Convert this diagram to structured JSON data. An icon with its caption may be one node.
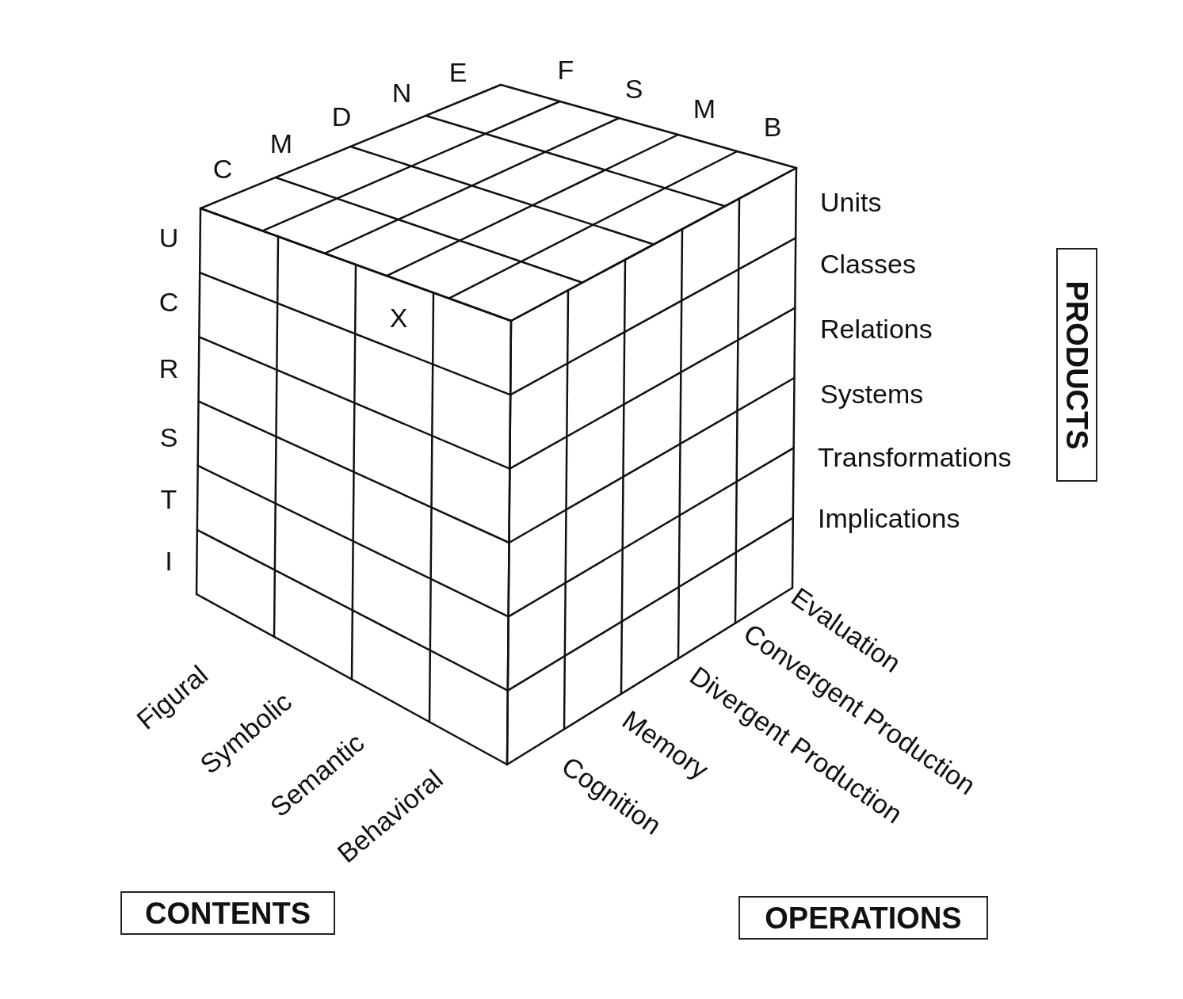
{
  "diagram": {
    "nodes": [
      {
        "text": [
          "PRODUCTS"
        ]
      },
      {
        "text": [
          "CONTENTS"
        ]
      },
      {
        "text": [
          "OPERATIONS"
        ]
      }
    ],
    "labels": [
      "C",
      "M",
      "D",
      "N",
      "E",
      "F",
      "S",
      "M",
      "B",
      "U",
      "C",
      "R",
      "S",
      "T",
      "I",
      "X",
      "Units",
      "Classes",
      "Relations",
      "Systems",
      "Transformations",
      "Implications",
      "Figural",
      "Symbolic",
      "Semantic",
      "Behavioral",
      "Cognition",
      "Memory",
      "Divergent Production",
      "Convergent Production",
      "Evaluation"
    ]
  }
}
